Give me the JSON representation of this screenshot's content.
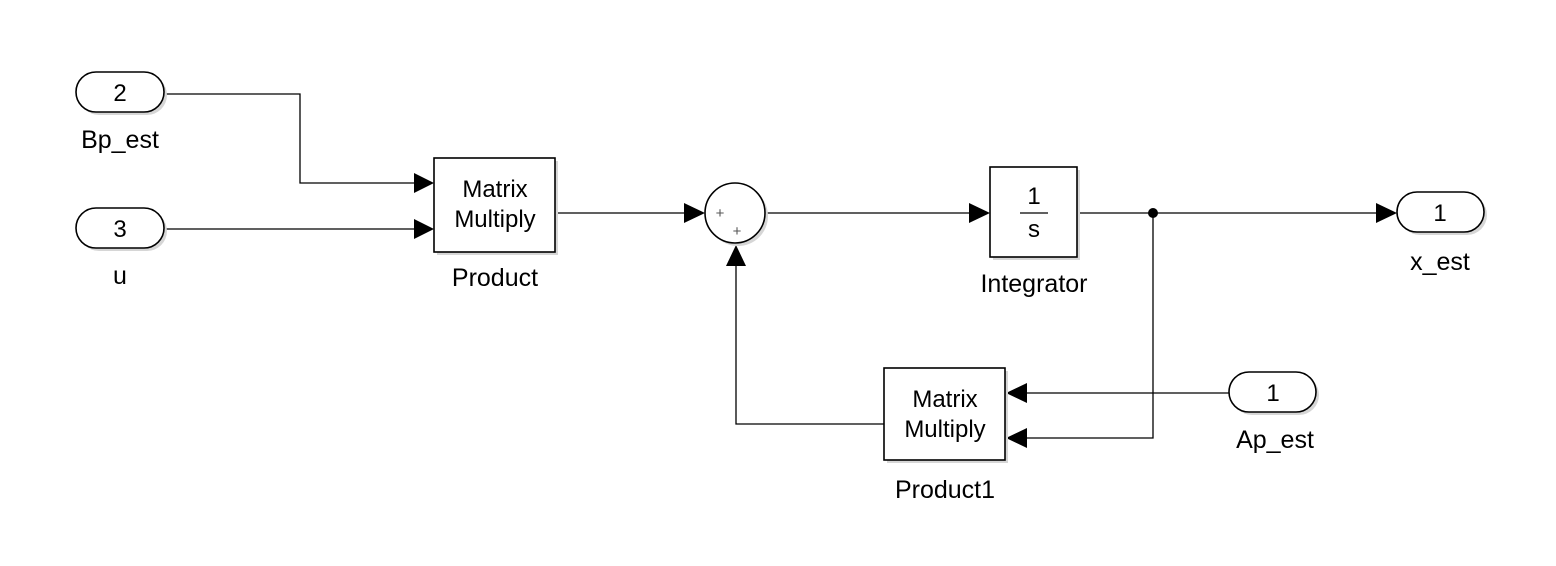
{
  "diagram": {
    "inports": {
      "bp_est": {
        "number": "2",
        "name": "Bp_est"
      },
      "u": {
        "number": "3",
        "name": "u"
      },
      "ap_est": {
        "number": "1",
        "name": "Ap_est"
      }
    },
    "outports": {
      "x_est": {
        "number": "1",
        "name": "x_est"
      }
    },
    "blocks": {
      "product": {
        "line1": "Matrix",
        "line2": "Multiply",
        "name": "Product"
      },
      "product1": {
        "line1": "Matrix",
        "line2": "Multiply",
        "name": "Product1"
      },
      "integrator": {
        "numerator": "1",
        "denominator": "s",
        "name": "Integrator"
      },
      "sum": {
        "sign1": "+",
        "sign2": "+"
      }
    }
  }
}
